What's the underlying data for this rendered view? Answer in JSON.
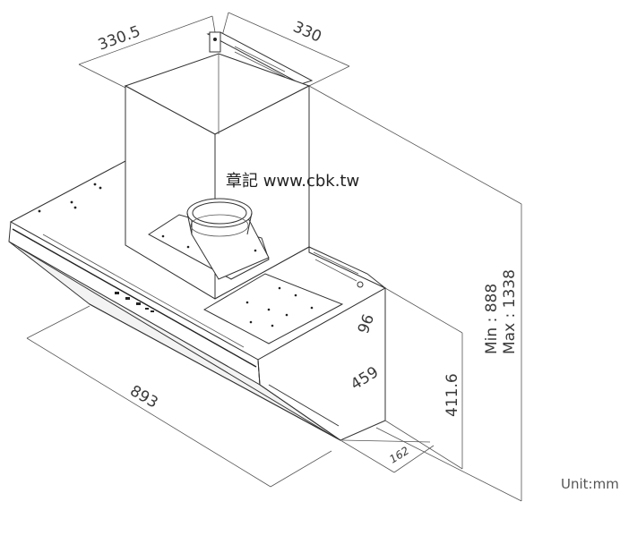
{
  "watermark": "章記 www.cbk.tw",
  "unit_label": "Unit:mm",
  "dimensions": {
    "chimney_depth": "330.5",
    "chimney_width": "330",
    "overall_width": "893",
    "height_range_min": "Min : 888",
    "height_range_max": "Max : 1338",
    "body_height": "411.6",
    "glass_depth": "459",
    "front_thickness": "96",
    "base_depth": "162"
  },
  "colors": {
    "line": "#333333",
    "background": "#ffffff",
    "text": "#3a3a3a"
  }
}
